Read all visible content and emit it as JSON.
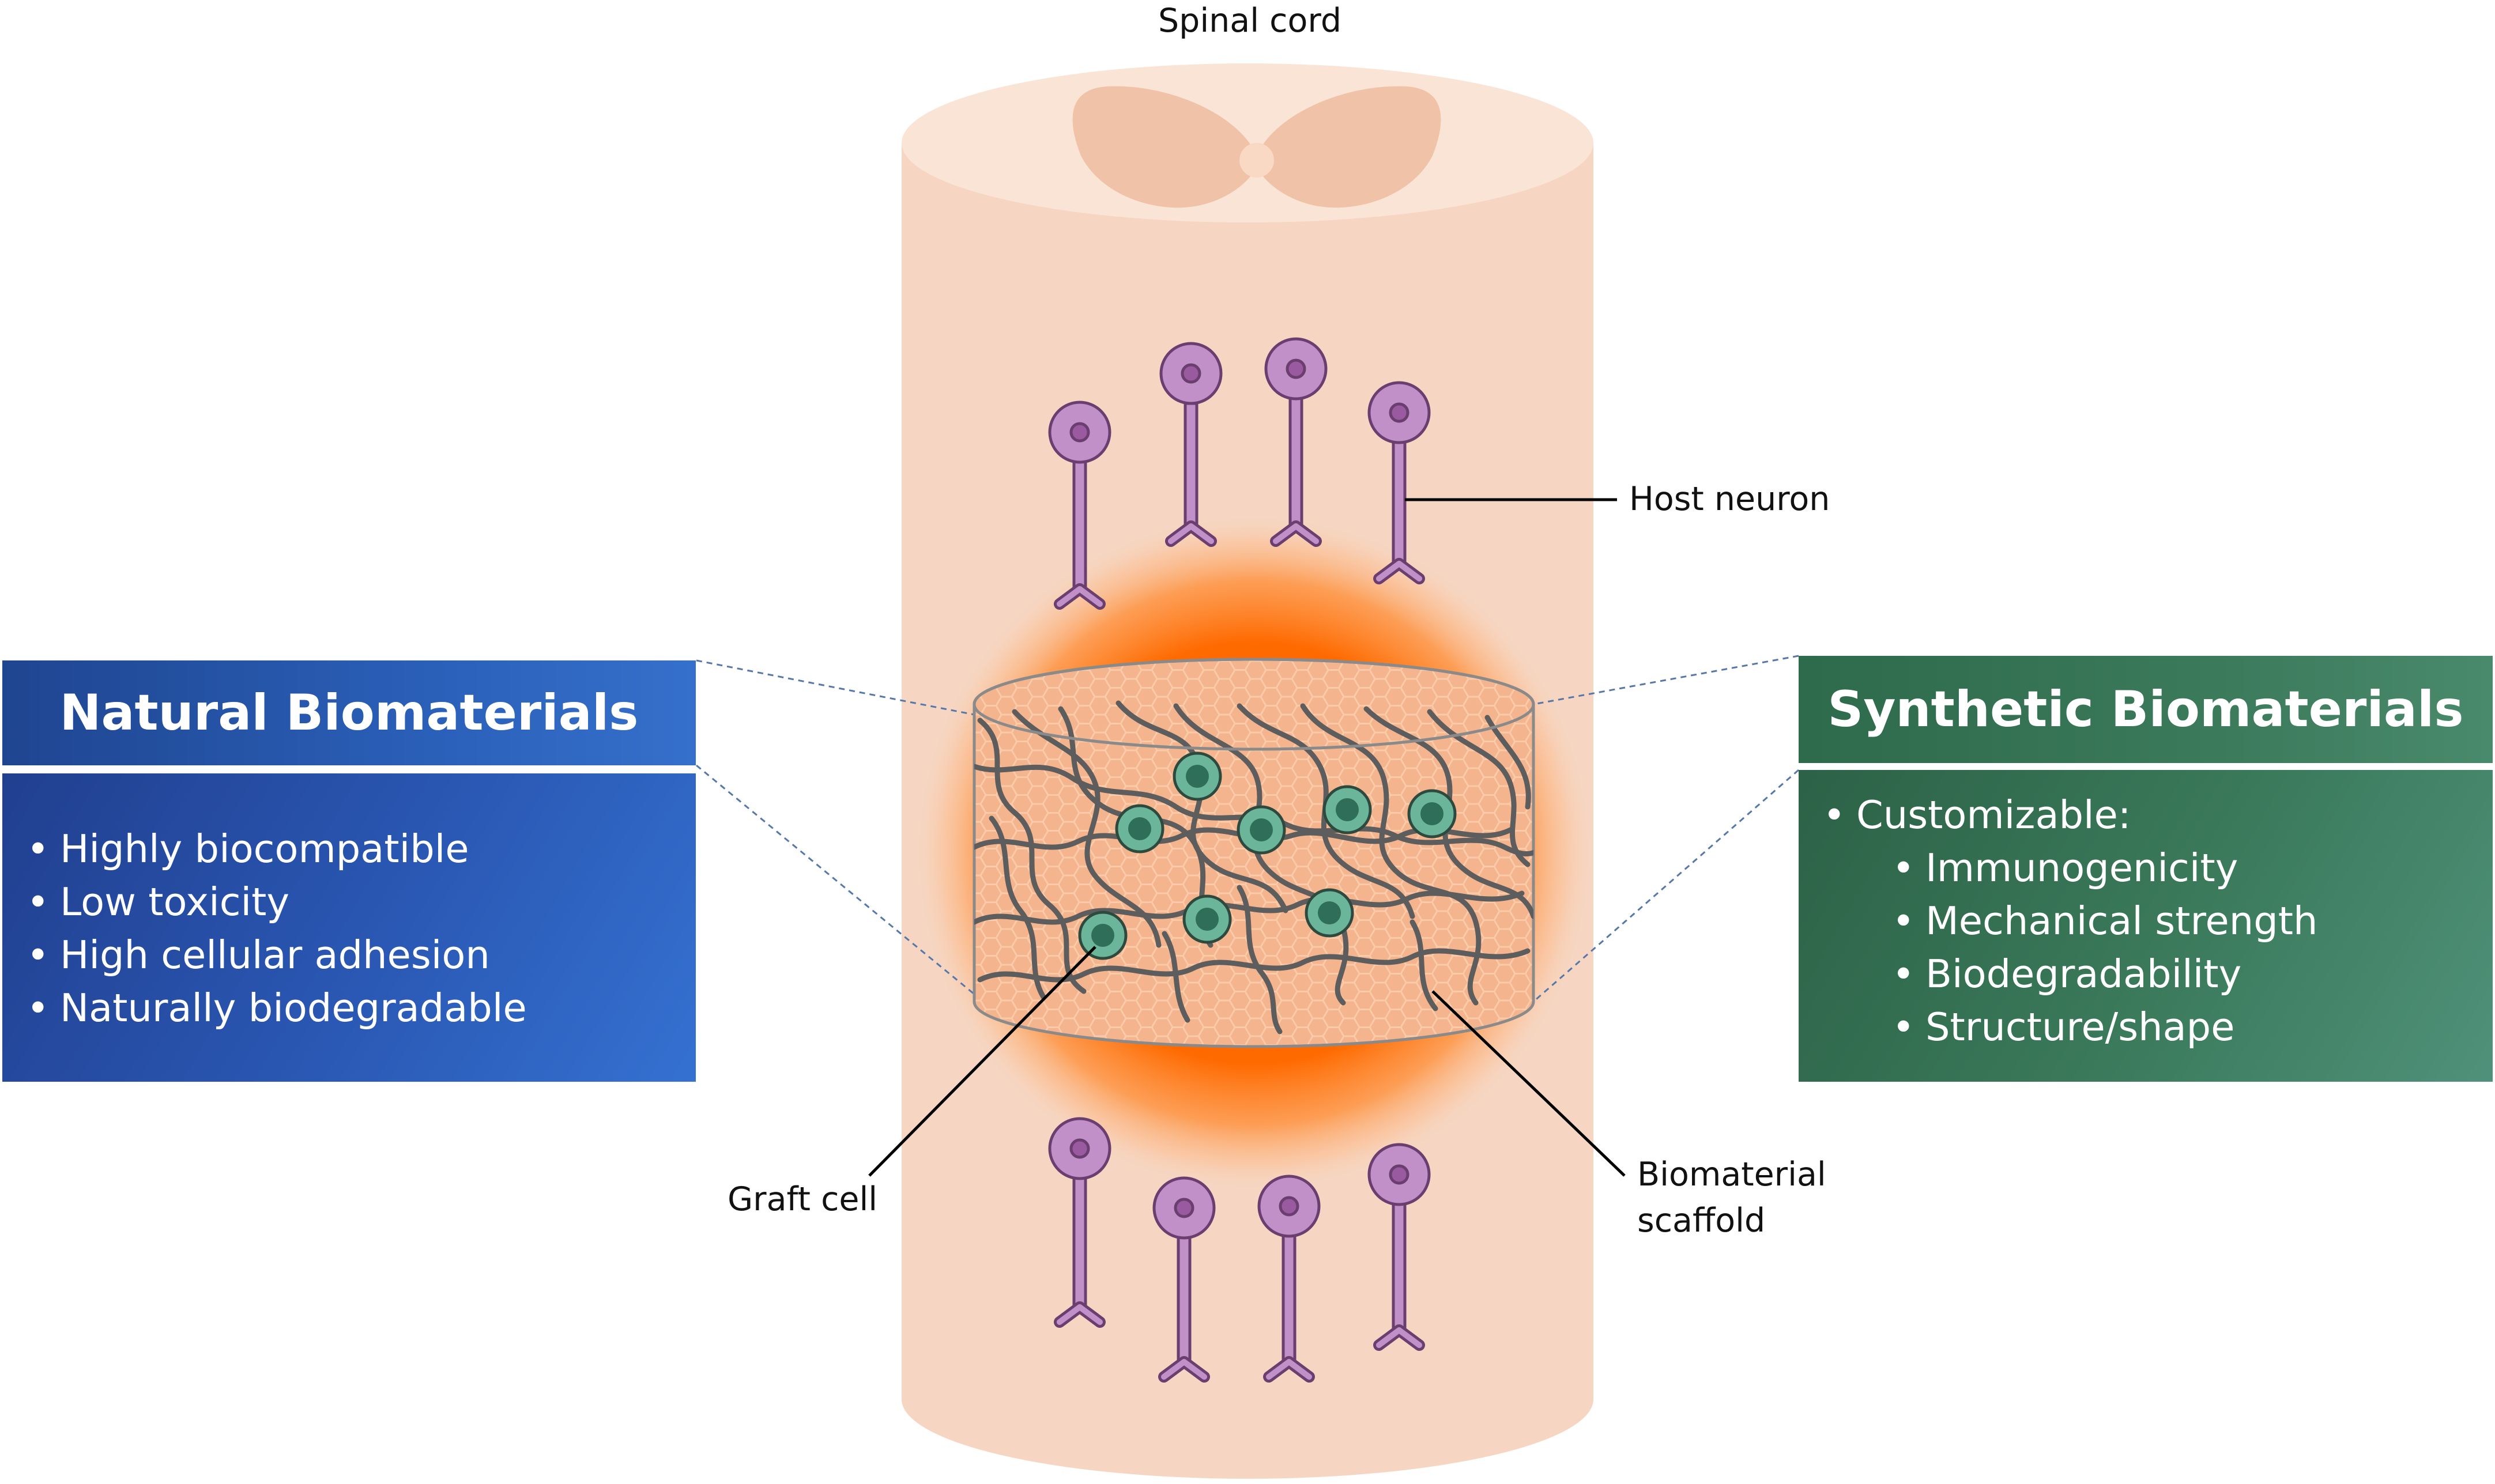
{
  "labels": {
    "spinal_cord": "Spinal cord",
    "host_neuron": "Host neuron",
    "graft_cell": "Graft cell",
    "biomaterial_scaffold_line1": "Biomaterial",
    "biomaterial_scaffold_line2": "scaffold"
  },
  "natural": {
    "title": "Natural Biomaterials",
    "items": [
      "Highly biocompatible",
      "Low toxicity",
      "High cellular adhesion",
      "Naturally biodegradable"
    ]
  },
  "synthetic": {
    "title": "Synthetic Biomaterials",
    "intro": "Customizable:",
    "items": [
      "Immunogenicity",
      "Mechanical strength",
      "Biodegradability",
      "Structure/shape"
    ]
  },
  "colors": {
    "cord_body": "#f6d6c2",
    "cord_top": "#fae4d6",
    "gray_matter": "#f0c3a8",
    "glow": "#ff6a00",
    "neuron": "#c290c8",
    "neuron_nucleus": "#9a5a9f",
    "graft_cell": "#4e9a82",
    "natural_box": "#2a5ab3",
    "synthetic_box": "#3b7a5b"
  }
}
